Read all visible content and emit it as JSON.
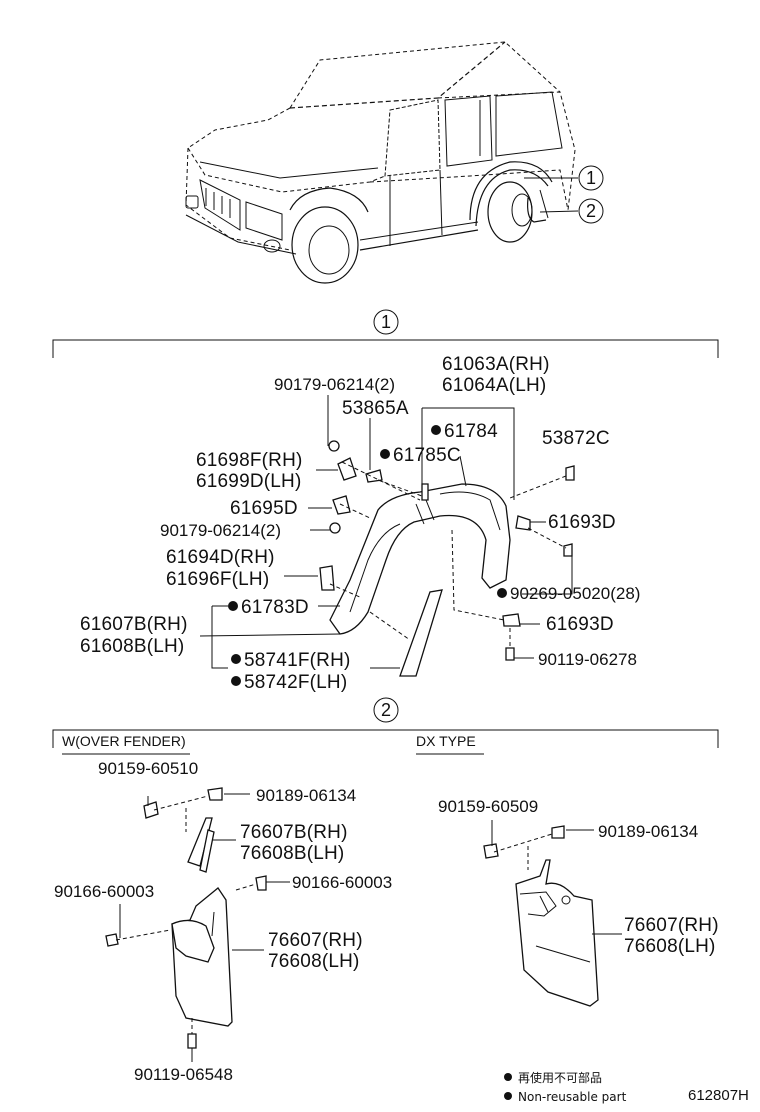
{
  "diagram": {
    "callouts": {
      "one": "1",
      "two": "2"
    },
    "section1": {
      "labels": {
        "p61063A": "61063A(RH)",
        "p61064A": "61064A(LH)",
        "p90179_top": "90179-06214(2)",
        "p53865A": "53865A",
        "p61784": "61784",
        "p61785C": "61785C",
        "p53872C": "53872C",
        "p61698F": "61698F(RH)",
        "p61699D": "61699D(LH)",
        "p61695D": "61695D",
        "p90179_mid": "90179-06214(2)",
        "p61693D_a": "61693D",
        "p61694D": "61694D(RH)",
        "p61696F": "61696F(LH)",
        "p90269": "90269-05020(28)",
        "p61783D": "61783D",
        "p61607B": "61607B(RH)",
        "p61608B": "61608B(LH)",
        "p61693D_b": "61693D",
        "p90119_a": "90119-06278",
        "p58741F": "58741F(RH)",
        "p58742F": "58742F(LH)"
      }
    },
    "section2": {
      "left_title": "W(OVER FENDER)",
      "right_title": "DX TYPE",
      "left_labels": {
        "p90159_a": "90159-60510",
        "p90189_a": "90189-06134",
        "p76607B": "76607B(RH)",
        "p76608B": "76608B(LH)",
        "p90166_left": "90166-60003",
        "p90166_right": "90166-60003",
        "p76607": "76607(RH)",
        "p76608": "76608(LH)",
        "p90119_b": "90119-06548"
      },
      "right_labels": {
        "p90159_b": "90159-60509",
        "p90189_b": "90189-06134",
        "p76607_dx": "76607(RH)",
        "p76608_dx": "76608(LH)"
      }
    },
    "legend": {
      "line1": "再使用不可部品",
      "line2": "Non-reusable part"
    },
    "figure_code": "612807H"
  }
}
